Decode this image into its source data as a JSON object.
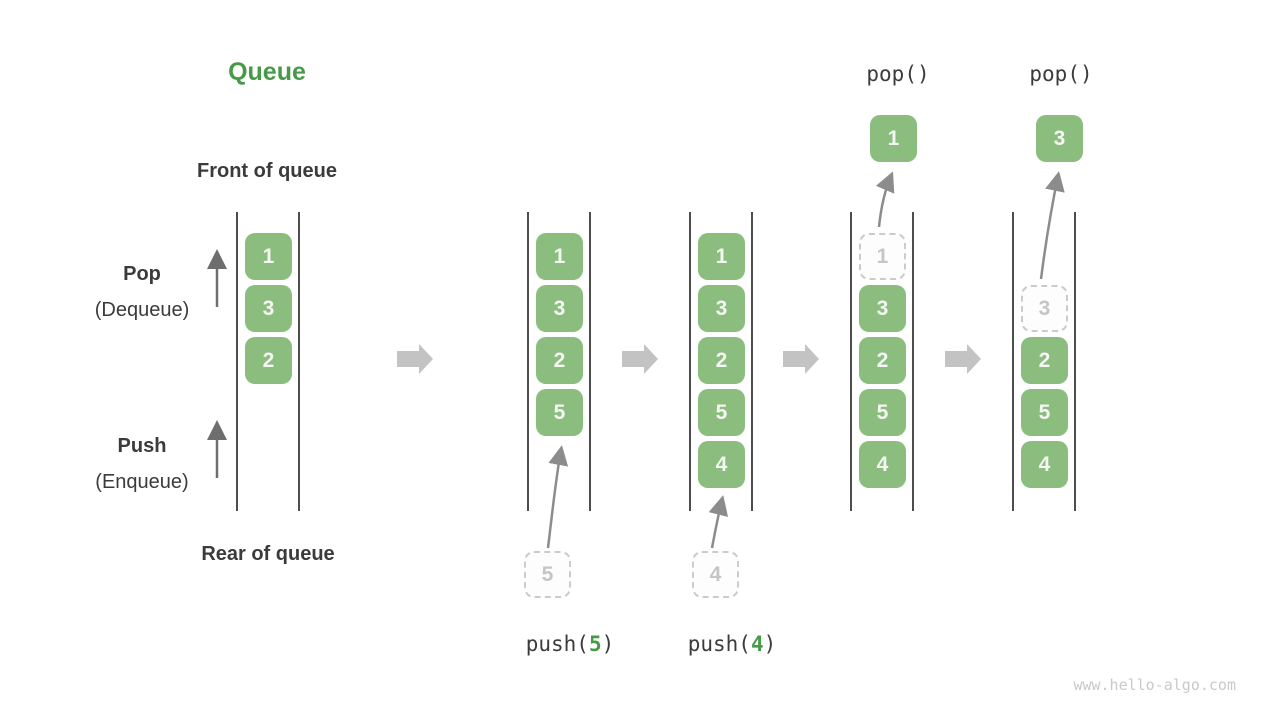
{
  "title": "Queue",
  "labels": {
    "front": "Front of queue",
    "rear": "Rear of queue",
    "pop_op": "Pop",
    "pop_sub": "(Dequeue)",
    "push_op": "Push",
    "push_sub": "(Enqueue)"
  },
  "operations": {
    "pop_left": "pop()",
    "pop_right": "pop()",
    "push_left": {
      "prefix": "push(",
      "arg": "5",
      "suffix": ")"
    },
    "push_right": {
      "prefix": "push(",
      "arg": "4",
      "suffix": ")"
    }
  },
  "queues": [
    {
      "boxes": [
        {
          "value": "1"
        },
        {
          "value": "3"
        },
        {
          "value": "2"
        }
      ]
    },
    {
      "boxes": [
        {
          "value": "1"
        },
        {
          "value": "3"
        },
        {
          "value": "2"
        },
        {
          "value": "5"
        }
      ]
    },
    {
      "boxes": [
        {
          "value": "1"
        },
        {
          "value": "3"
        },
        {
          "value": "2"
        },
        {
          "value": "5"
        },
        {
          "value": "4"
        }
      ]
    },
    {
      "boxes": [
        {
          "value": "1",
          "state": "removed"
        },
        {
          "value": "3"
        },
        {
          "value": "2"
        },
        {
          "value": "5"
        },
        {
          "value": "4"
        }
      ]
    },
    {
      "boxes": [
        {
          "value": "3",
          "state": "removed"
        },
        {
          "value": "2"
        },
        {
          "value": "5"
        },
        {
          "value": "4"
        }
      ]
    }
  ],
  "popped": [
    {
      "value": "1"
    },
    {
      "value": "3"
    }
  ],
  "pending": [
    {
      "value": "5"
    },
    {
      "value": "4"
    }
  ],
  "watermark": "www.hello-algo.com",
  "colors": {
    "green": "#8bbd7e",
    "green-dark": "#479a48",
    "text-dark": "#3b3b3b",
    "box-text": "#f4f7f2",
    "line": "#4d4d4d",
    "flow-arrow": "#c3c3c3",
    "curve-arrow": "#8c8c8c",
    "up-arrow": "#6e6e6e",
    "dash-border": "#cbcbcb",
    "dash-text": "#c5c5c5",
    "watermark": "#c9c9c9"
  }
}
